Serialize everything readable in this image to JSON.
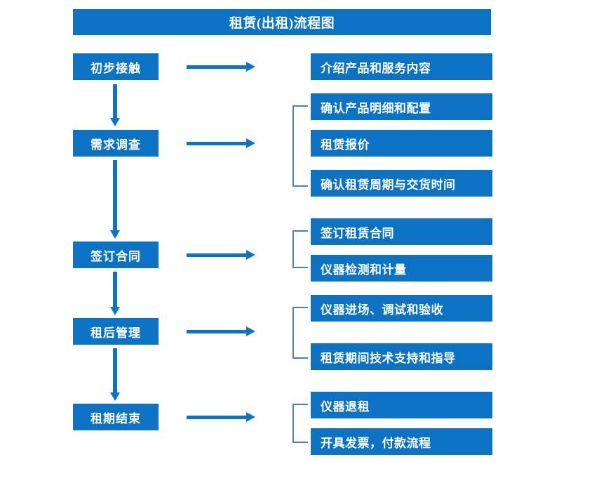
{
  "title": "租赁(出租)流程图",
  "colors": {
    "box_blue": "#0b72c4",
    "arrow_blue": "#0c74c6",
    "bracket_blue": "#4a7fba",
    "text_white": "#ffffff",
    "background": "#ffffff"
  },
  "stages": [
    {
      "label": "初步接触"
    },
    {
      "label": "需求调查"
    },
    {
      "label": "签订合同"
    },
    {
      "label": "租后管理"
    },
    {
      "label": "租期结束"
    }
  ],
  "details": [
    {
      "label": "介绍产品和服务内容"
    },
    {
      "label": "确认产品明细和配置"
    },
    {
      "label": "租赁报价"
    },
    {
      "label": "确认租赁周期与交货时间"
    },
    {
      "label": "签订租赁合同"
    },
    {
      "label": "仪器检测和计量"
    },
    {
      "label": "仪器进场、调试和验收"
    },
    {
      "label": "租赁期间技术支持和指导"
    },
    {
      "label": "仪器退租"
    },
    {
      "label": "开具发票，付款流程"
    }
  ],
  "groups": [
    {
      "stage": "需求调查",
      "details": [
        "确认产品明细和配置",
        "租赁报价",
        "确认租赁周期与交货时间"
      ]
    },
    {
      "stage": "签订合同",
      "details": [
        "签订租赁合同",
        "仪器检测和计量"
      ]
    },
    {
      "stage": "租后管理",
      "details": [
        "仪器进场、调试和验收",
        "租赁期间技术支持和指导"
      ]
    },
    {
      "stage": "租期结束",
      "details": [
        "仪器退租",
        "开具发票，付款流程"
      ]
    }
  ],
  "flow_sequence": [
    "初步接触",
    "需求调查",
    "签订合同",
    "租后管理",
    "租期结束"
  ]
}
